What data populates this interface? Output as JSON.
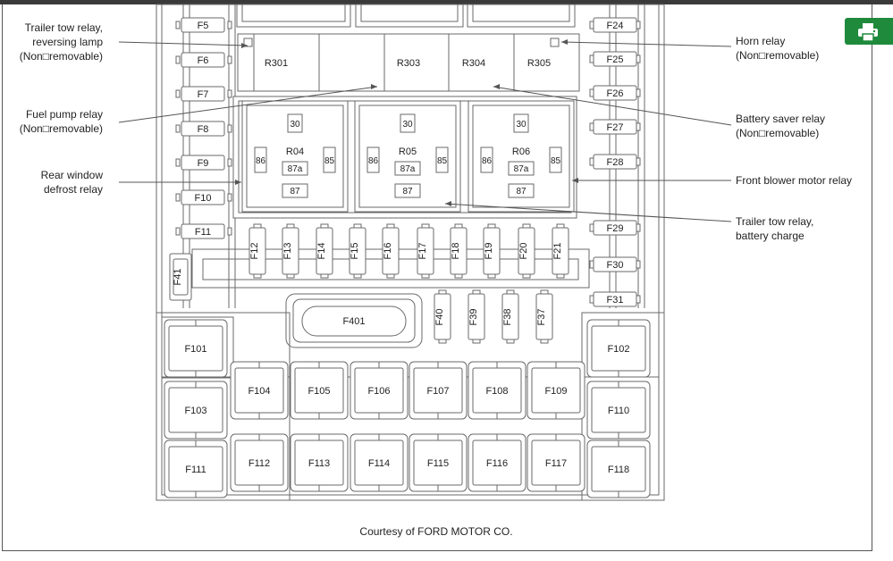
{
  "print_button": {
    "icon": "printer-icon",
    "color": "#1f8a3c"
  },
  "credit": "Courtesy of FORD MOTOR CO.",
  "callouts": {
    "trailer_tow_reversing": [
      "Trailer tow relay,",
      "reversing lamp",
      "(Non□removable)"
    ],
    "fuel_pump": [
      "Fuel pump relay",
      "(Non□removable)"
    ],
    "rear_window": [
      "Rear window",
      "defrost relay"
    ],
    "horn": [
      "Horn relay",
      "(Non□removable)"
    ],
    "battery_saver": [
      "Battery saver relay",
      "(Non□removable)"
    ],
    "front_blower": [
      "Front blower motor relay"
    ],
    "trailer_tow_battery": [
      "Trailer tow relay,",
      "battery charge"
    ]
  },
  "fuses_left": [
    "F5",
    "F6",
    "F7",
    "F8",
    "F9",
    "F10",
    "F11"
  ],
  "fuses_right": [
    "F24",
    "F25",
    "F26",
    "F27",
    "F28",
    "F29",
    "F30",
    "F31"
  ],
  "fuses_row": [
    "F12",
    "F13",
    "F14",
    "F15",
    "F16",
    "F17",
    "F18",
    "F19",
    "F20",
    "F21"
  ],
  "fuse_f41": "F41",
  "fuse_f401": "F401",
  "fuses_small": [
    "F40",
    "F39",
    "F38",
    "F37"
  ],
  "relays_top": [
    "R301",
    "R303",
    "R304",
    "R305"
  ],
  "relays_iso": [
    {
      "name": "R04",
      "pins": [
        "30",
        "86",
        "85",
        "87a",
        "87"
      ]
    },
    {
      "name": "R05",
      "pins": [
        "30",
        "86",
        "85",
        "87a",
        "87"
      ]
    },
    {
      "name": "R06",
      "pins": [
        "30",
        "86",
        "85",
        "87a",
        "87"
      ]
    }
  ],
  "maxi_fuses": {
    "left": [
      "F101",
      "F103",
      "F111"
    ],
    "right": [
      "F102",
      "F110",
      "F118"
    ],
    "row1": [
      "F104",
      "F105",
      "F106",
      "F107",
      "F108",
      "F109"
    ],
    "row2": [
      "F112",
      "F113",
      "F114",
      "F115",
      "F116",
      "F117"
    ]
  }
}
